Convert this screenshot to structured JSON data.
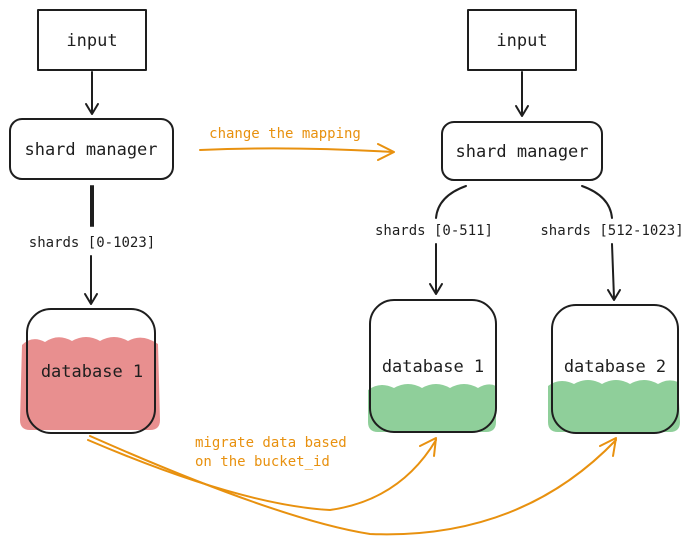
{
  "left": {
    "input_label": "input",
    "manager_label": "shard manager",
    "edge_label": "shards [0-1023]",
    "db_label": "database 1"
  },
  "right": {
    "input_label": "input",
    "manager_label": "shard manager",
    "edge_label_1": "shards [0-511]",
    "edge_label_2": "shards [512-1023]",
    "db1_label": "database 1",
    "db2_label": "database 2"
  },
  "annotations": {
    "change_mapping": "change the mapping",
    "migrate_line1": "migrate data based",
    "migrate_line2": "on the bucket_id"
  },
  "colors": {
    "ink": "#1e1e1e",
    "accent_orange": "#e8910f",
    "db_red_fill": "#e88f8f",
    "db_green_fill": "#8fcf9a"
  }
}
